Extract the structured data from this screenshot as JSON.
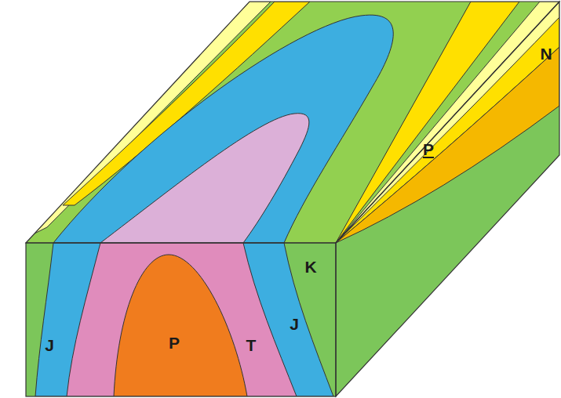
{
  "diagram": {
    "labels": [
      "J",
      "P",
      "T",
      "J",
      "K",
      "N",
      "P"
    ]
  }
}
